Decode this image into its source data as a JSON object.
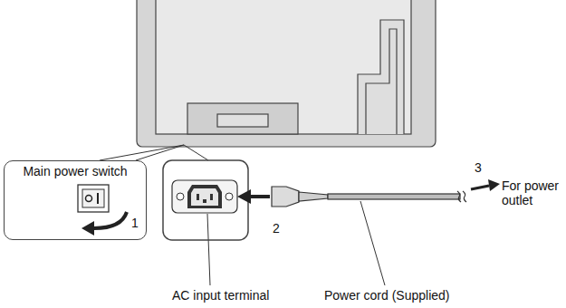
{
  "diagram": {
    "nodes": [
      {
        "text": [
          "Main power switch"
        ]
      }
    ],
    "labels": [
      "1",
      "2",
      "3",
      "For power outlet",
      "AC input terminal",
      "Power cord (Supplied)"
    ]
  }
}
